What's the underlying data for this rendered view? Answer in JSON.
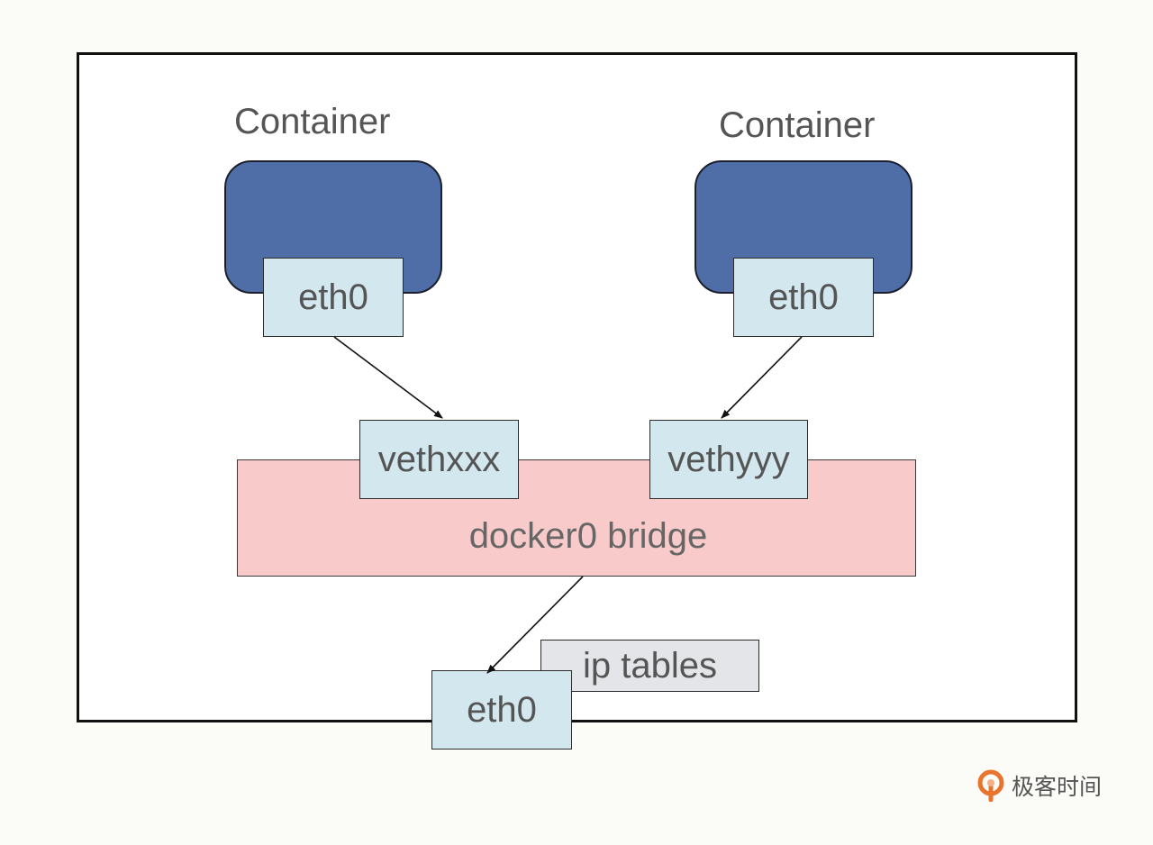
{
  "containers": [
    {
      "label": "Container",
      "interface": "eth0"
    },
    {
      "label": "Container",
      "interface": "eth0"
    }
  ],
  "veths": [
    "vethxxx",
    "vethyyy"
  ],
  "bridge": {
    "label": "docker0 bridge"
  },
  "host_interface": "eth0",
  "iptables": "ip tables",
  "watermark": {
    "text": "极客时间",
    "icon": "geektime-logo"
  },
  "colors": {
    "container_fill": "#4f6ea8",
    "interface_fill": "#d3e7ee",
    "bridge_fill": "#f8cbca",
    "iptables_fill": "#e3e5e8",
    "logo_accent": "#e8742e"
  }
}
